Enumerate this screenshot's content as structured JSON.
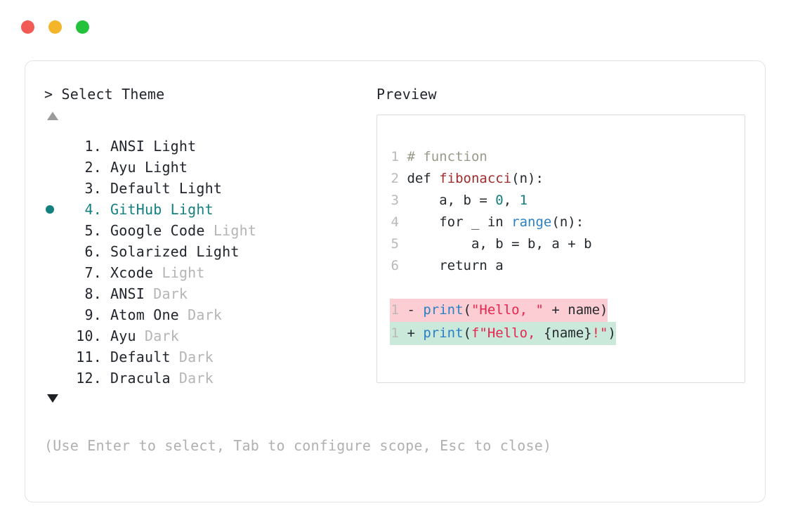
{
  "window": {
    "traffic_lights": [
      {
        "name": "close",
        "color": "#f15a55"
      },
      {
        "name": "minimize",
        "color": "#f5b52a"
      },
      {
        "name": "maximize",
        "color": "#24c13c"
      }
    ]
  },
  "prompt": {
    "title": "> Select Theme",
    "scroll_up_icon": "triangle-up",
    "scroll_down_icon": "triangle-down",
    "selected_index": 4,
    "accent_color": "#13807f"
  },
  "themes": [
    {
      "index": "1.",
      "name": "ANSI Light",
      "suffix": "",
      "selected": false
    },
    {
      "index": "2.",
      "name": "Ayu Light",
      "suffix": "",
      "selected": false
    },
    {
      "index": "3.",
      "name": "Default Light",
      "suffix": "",
      "selected": false
    },
    {
      "index": "4.",
      "name": "GitHub Light",
      "suffix": "",
      "selected": true
    },
    {
      "index": "5.",
      "name": "Google Code",
      "suffix": " Light",
      "selected": false
    },
    {
      "index": "6.",
      "name": "Solarized Light",
      "suffix": "",
      "selected": false
    },
    {
      "index": "7.",
      "name": "Xcode",
      "suffix": " Light",
      "selected": false
    },
    {
      "index": "8.",
      "name": "ANSI",
      "suffix": " Dark",
      "selected": false
    },
    {
      "index": "9.",
      "name": "Atom One",
      "suffix": " Dark",
      "selected": false
    },
    {
      "index": "10.",
      "name": "Ayu",
      "suffix": " Dark",
      "selected": false
    },
    {
      "index": "11.",
      "name": "Default",
      "suffix": " Dark",
      "selected": false
    },
    {
      "index": "12.",
      "name": "Dracula",
      "suffix": " Dark",
      "selected": false
    }
  ],
  "preview": {
    "title": "Preview",
    "code_lines": [
      {
        "ln": "1",
        "tokens": [
          {
            "t": "# function",
            "c": "comment"
          }
        ]
      },
      {
        "ln": "2",
        "tokens": [
          {
            "t": "def ",
            "c": "plain"
          },
          {
            "t": "fibonacci",
            "c": "func"
          },
          {
            "t": "(n):",
            "c": "plain"
          }
        ]
      },
      {
        "ln": "3",
        "tokens": [
          {
            "t": "    a, b = ",
            "c": "plain"
          },
          {
            "t": "0",
            "c": "num"
          },
          {
            "t": ", ",
            "c": "plain"
          },
          {
            "t": "1",
            "c": "num"
          }
        ]
      },
      {
        "ln": "4",
        "tokens": [
          {
            "t": "    for _ in ",
            "c": "plain"
          },
          {
            "t": "range",
            "c": "builtin"
          },
          {
            "t": "(n):",
            "c": "plain"
          }
        ]
      },
      {
        "ln": "5",
        "tokens": [
          {
            "t": "        a, b = b, a + b",
            "c": "plain"
          }
        ]
      },
      {
        "ln": "6",
        "tokens": [
          {
            "t": "    return a",
            "c": "plain"
          }
        ]
      }
    ],
    "diff_lines": [
      {
        "ln": "1",
        "mark": "-",
        "kind": "del",
        "bg": "#fccdd2",
        "tokens": [
          {
            "t": "print",
            "c": "builtin"
          },
          {
            "t": "(",
            "c": "plain"
          },
          {
            "t": "\"Hello, \"",
            "c": "string"
          },
          {
            "t": " + name)",
            "c": "plain"
          }
        ]
      },
      {
        "ln": "1",
        "mark": "+",
        "kind": "add",
        "bg": "#cbe9db",
        "tokens": [
          {
            "t": "print",
            "c": "builtin"
          },
          {
            "t": "(",
            "c": "plain"
          },
          {
            "t": "f\"Hello, ",
            "c": "string"
          },
          {
            "t": "{name}",
            "c": "plain"
          },
          {
            "t": "!\"",
            "c": "string"
          },
          {
            "t": ")",
            "c": "plain"
          }
        ]
      }
    ]
  },
  "hint": "(Use Enter to select, Tab to configure scope, Esc to close)"
}
